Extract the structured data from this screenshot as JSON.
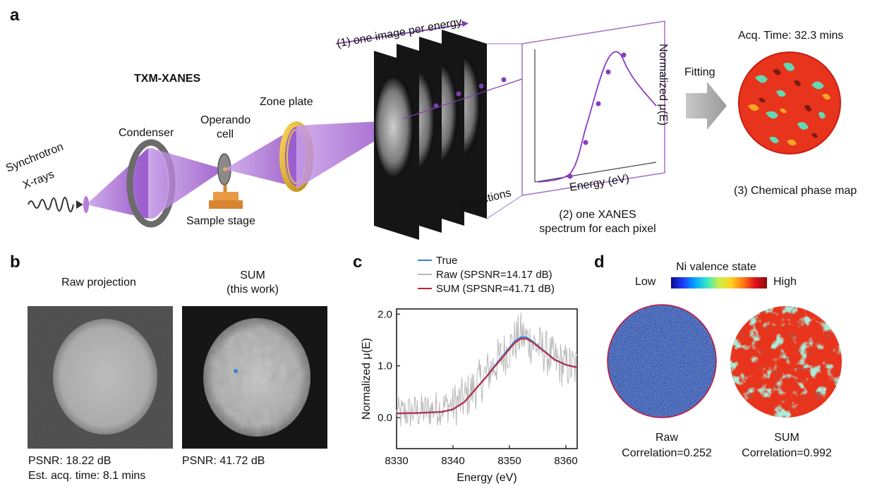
{
  "panels": {
    "a": "a",
    "b": "b",
    "c": "c",
    "d": "d"
  },
  "panel_a": {
    "txm_title": "TXM-XANES",
    "synchrotron": "Synchrotron",
    "xrays": "X-rays",
    "condenser": "Condenser",
    "operando": "Operando",
    "cell": "cell",
    "sample_stage": "Sample stage",
    "zone_plate": "Zone plate",
    "step1": "(1) one image per energy",
    "txm_projections": "TXM projections",
    "step2_line1": "(2) one XANES",
    "step2_line2": "spectrum for each pixel",
    "inset_xlabel": "Energy (eV)",
    "inset_ylabel": "Normalized μ(E)",
    "fitting": "Fitting",
    "acq_time": "Acq. Time: 32.3 mins",
    "step3": "(3) Chemical phase map"
  },
  "panel_b": {
    "raw_title": "Raw projection",
    "sum_title_1": "SUM",
    "sum_title_2": "(this work)",
    "raw_psnr": "PSNR: 18.22 dB",
    "raw_time": "Est. acq. time: 8.1 mins",
    "sum_psnr": "PSNR: 41.72 dB"
  },
  "panel_d": {
    "colorbar_title": "Ni valence state",
    "low": "Low",
    "high": "High",
    "raw_label": "Raw",
    "raw_corr": "Correlation=0.252",
    "sum_label": "SUM",
    "sum_corr": "Correlation=0.992"
  },
  "chart_data": {
    "type": "line",
    "xlabel": "Energy (eV)",
    "ylabel": "Normalized μ(E)",
    "xlim": [
      8330,
      8362
    ],
    "ylim": [
      -0.6,
      2.1
    ],
    "xticks": [
      8330,
      8340,
      8350,
      8360
    ],
    "yticks": [
      0.0,
      1.0,
      2.0
    ],
    "xtick_labels": [
      "8330",
      "8340",
      "8350",
      "8360"
    ],
    "ytick_labels": [
      "0.0",
      "1.0",
      "2.0"
    ],
    "legend": [
      "True",
      "Raw (SPSNR=14.17 dB)",
      "SUM (SPSNR=41.71 dB)"
    ],
    "series": [
      {
        "name": "True",
        "color": "#3a7fd5",
        "x": [
          8330,
          8334,
          8338,
          8340,
          8342,
          8344,
          8346,
          8348,
          8350,
          8351,
          8352,
          8353,
          8354,
          8356,
          8358,
          8360,
          8362
        ],
        "y": [
          0.08,
          0.09,
          0.11,
          0.16,
          0.3,
          0.55,
          0.8,
          1.08,
          1.35,
          1.48,
          1.55,
          1.55,
          1.48,
          1.3,
          1.12,
          1.02,
          0.97
        ]
      },
      {
        "name": "Raw (SPSNR=14.17 dB)",
        "color": "#b8b8b8",
        "x": [
          8330,
          8332,
          8334,
          8336,
          8338,
          8340,
          8342,
          8344,
          8346,
          8348,
          8350,
          8352,
          8354,
          8356,
          8358,
          8360,
          8362
        ],
        "y": [
          0.05,
          0.1,
          0.12,
          0.15,
          0.2,
          0.25,
          0.35,
          0.6,
          0.85,
          1.1,
          1.35,
          1.6,
          1.45,
          1.3,
          1.1,
          1.0,
          0.95
        ]
      },
      {
        "name": "SUM (SPSNR=41.71 dB)",
        "color": "#d0202a",
        "x": [
          8330,
          8334,
          8338,
          8340,
          8342,
          8344,
          8346,
          8348,
          8350,
          8351,
          8352,
          8353,
          8354,
          8356,
          8358,
          8360,
          8362
        ],
        "y": [
          0.08,
          0.09,
          0.11,
          0.16,
          0.3,
          0.55,
          0.8,
          1.06,
          1.32,
          1.45,
          1.52,
          1.52,
          1.46,
          1.29,
          1.12,
          1.02,
          0.97
        ]
      }
    ]
  }
}
